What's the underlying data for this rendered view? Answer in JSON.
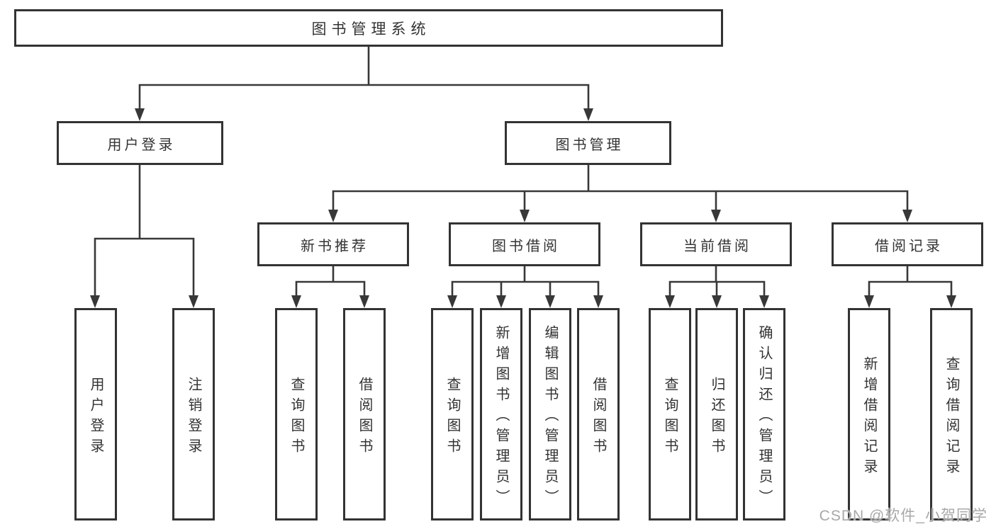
{
  "colors": {
    "line": "#383838",
    "box_border": "#333333",
    "text": "#333333",
    "watermark": "#a8a8a8",
    "background": "#ffffff"
  },
  "watermark": "CSDN @软件_小贺同学",
  "tree": {
    "root": {
      "label": "图书管理系统",
      "children": [
        {
          "label": "用户登录",
          "children": [
            {
              "label": "用户登录"
            },
            {
              "label": "注销登录"
            }
          ]
        },
        {
          "label": "图书管理",
          "children": [
            {
              "label": "新书推荐",
              "children": [
                {
                  "label": "查询图书"
                },
                {
                  "label": "借阅图书"
                }
              ]
            },
            {
              "label": "图书借阅",
              "children": [
                {
                  "label": "查询图书"
                },
                {
                  "label": "新增图书（管理员）"
                },
                {
                  "label": "编辑图书（管理员）"
                },
                {
                  "label": "借阅图书"
                }
              ]
            },
            {
              "label": "当前借阅",
              "children": [
                {
                  "label": "查询图书"
                },
                {
                  "label": "归还图书"
                },
                {
                  "label": "确认归还（管理员）"
                }
              ]
            },
            {
              "label": "借阅记录",
              "children": [
                {
                  "label": "新增借阅记录"
                },
                {
                  "label": "查询借阅记录"
                }
              ]
            }
          ]
        }
      ]
    }
  }
}
